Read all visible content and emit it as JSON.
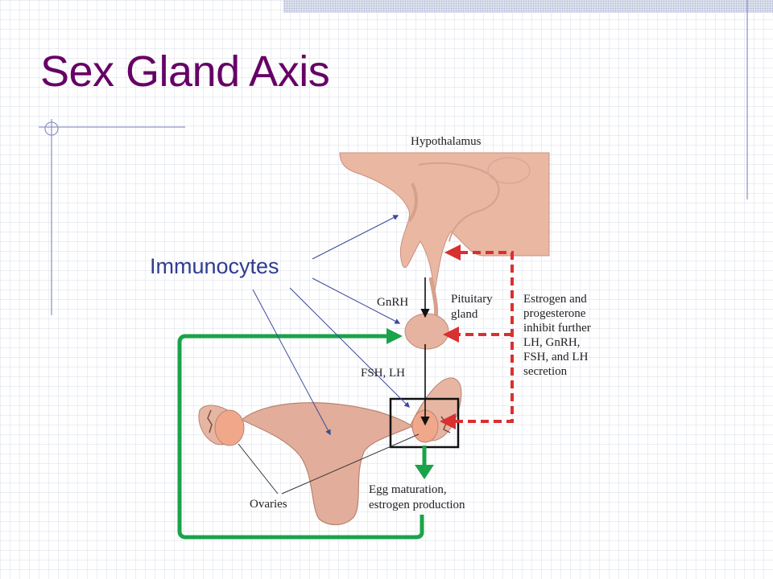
{
  "slide": {
    "title": "Sex Gland Axis",
    "callout": "Immunocytes"
  },
  "figure": {
    "hypothalamus": "Hypothalamus",
    "gnrh": "GnRH",
    "pituitary": [
      "Pituitary",
      "gland"
    ],
    "fsh_lh": "FSH, LH",
    "feedback": [
      "Estrogen and",
      "progesterone",
      "inhibit further",
      "LH, GnRH,",
      "FSH, and LH",
      "secretion"
    ],
    "egg": [
      "Egg maturation,",
      "estrogen production"
    ],
    "ovaries": "Ovaries"
  },
  "colors": {
    "title": "#660066",
    "callout": "#2f3c8f",
    "feedback_arrow": "#d93030",
    "output_arrow": "#1aa34a",
    "tissue": "#e6b3a0"
  }
}
